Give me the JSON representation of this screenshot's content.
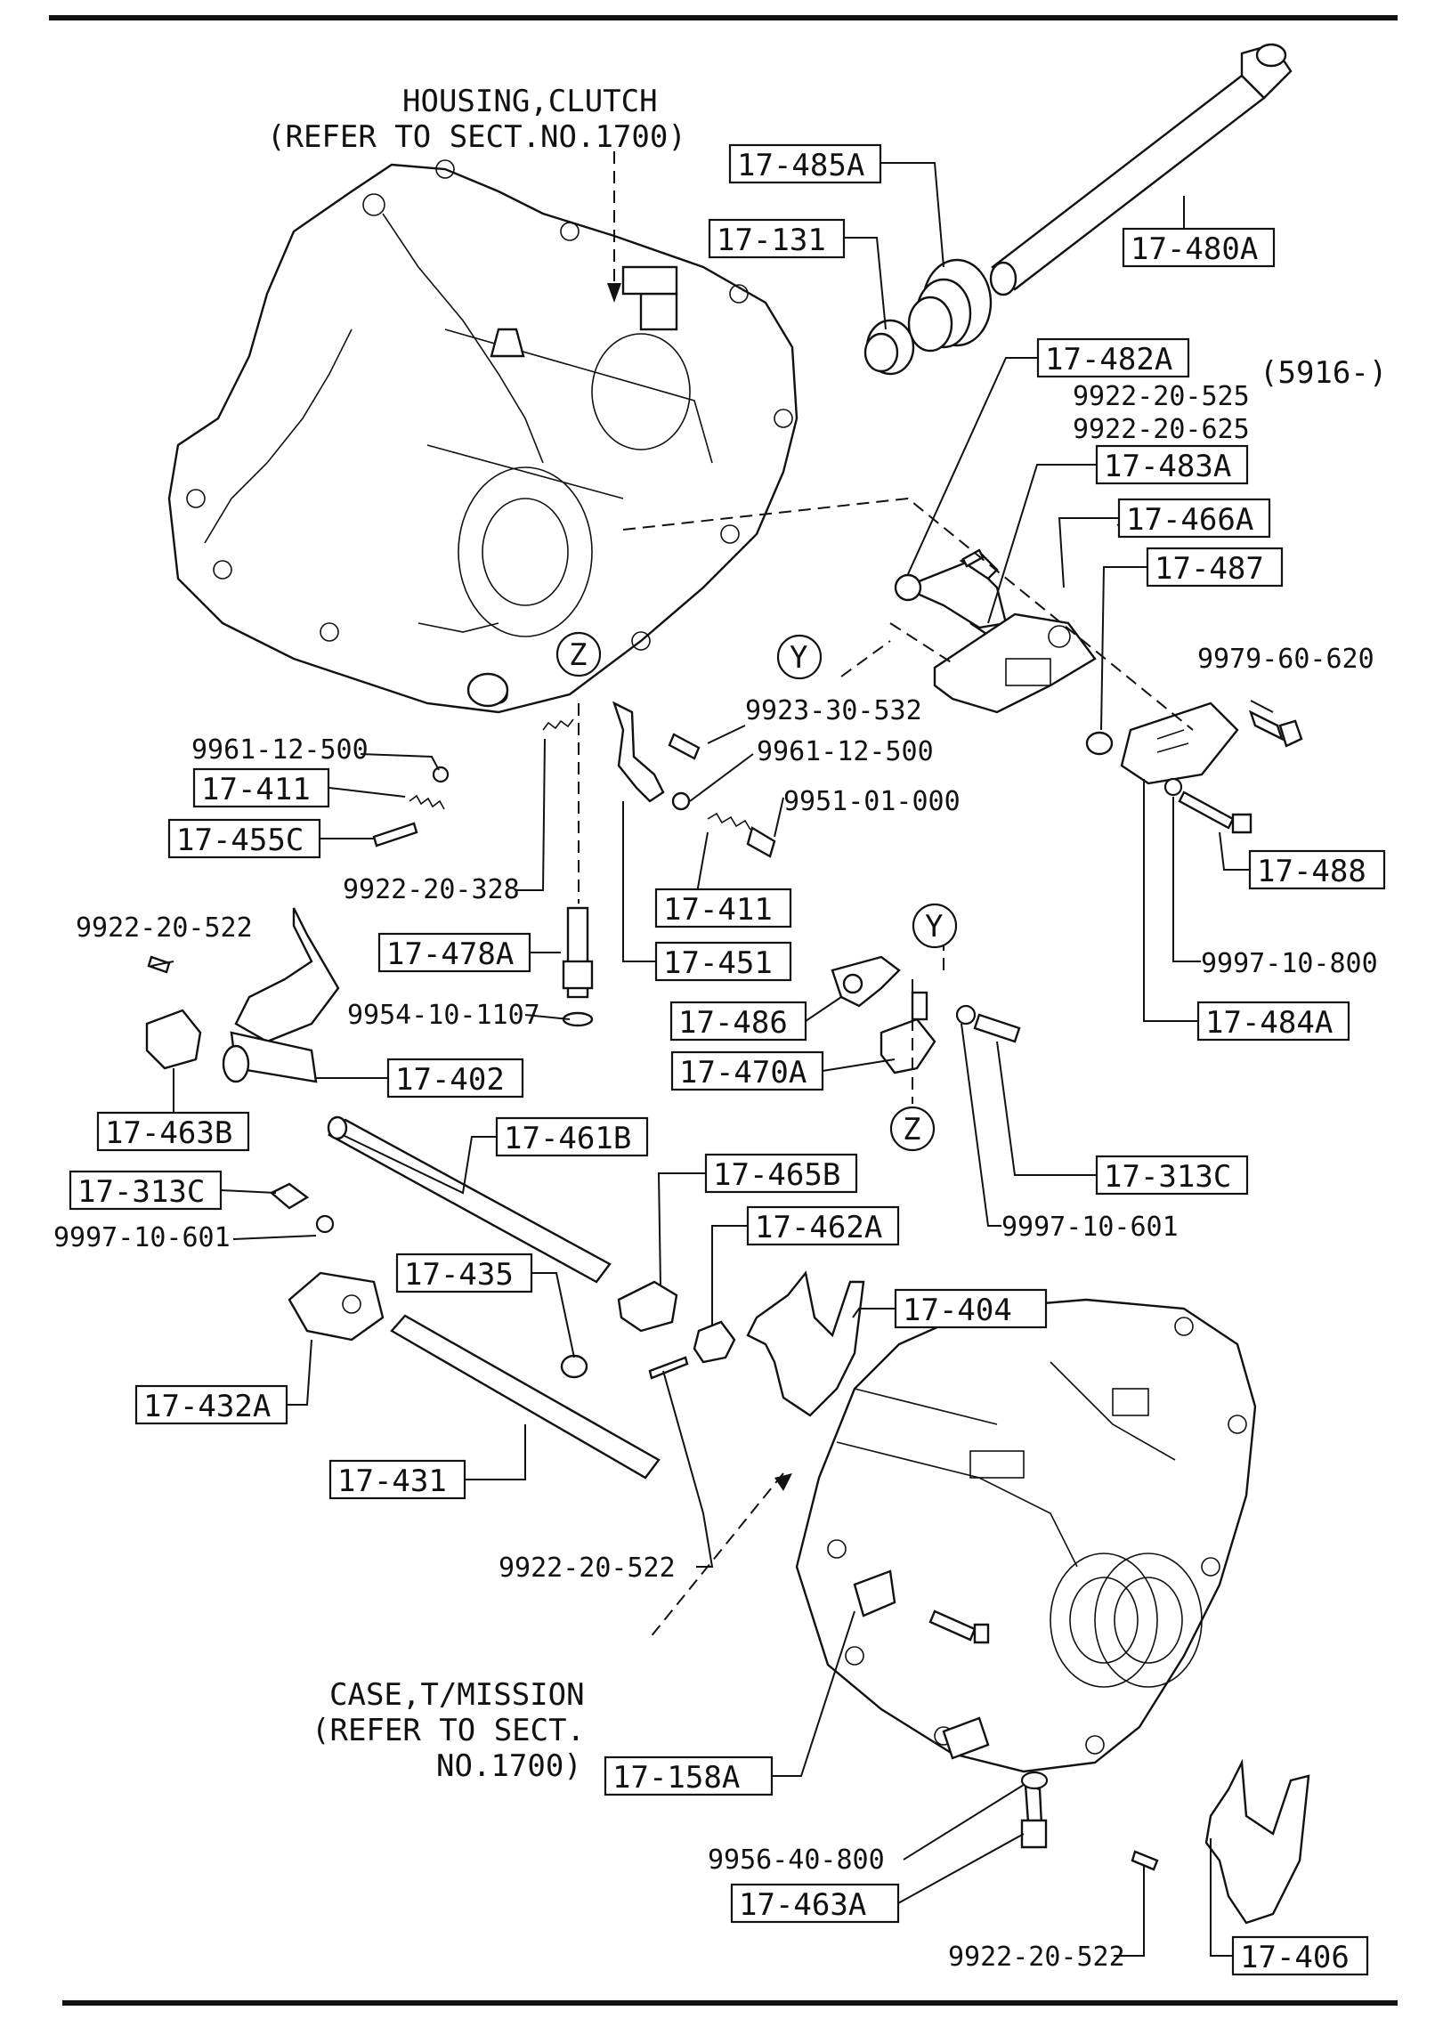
{
  "notes": {
    "housing_clutch": [
      "HOUSING,CLUTCH",
      "(REFER TO SECT.NO.1700)"
    ],
    "case_tmission": [
      "CASE,T/MISSION",
      "(REFER TO SECT.",
      "NO.1700)"
    ],
    "serial_range": "(5916-)"
  },
  "markers": {
    "y1": "Y",
    "y2": "Y",
    "z1": "Z",
    "z2": "Z"
  },
  "boxed_parts": {
    "p485A": "17-485A",
    "p131": "17-131",
    "p480A": "17-480A",
    "p482A": "17-482A",
    "p483A": "17-483A",
    "p466A": "17-466A",
    "p487": "17-487",
    "p411a": "17-411",
    "p455C": "17-455C",
    "p488": "17-488",
    "p411b": "17-411",
    "p478A": "17-478A",
    "p451": "17-451",
    "p486": "17-486",
    "p470A": "17-470A",
    "p484A": "17-484A",
    "p402": "17-402",
    "p463B": "17-463B",
    "p461B": "17-461B",
    "p313Ca": "17-313C",
    "p313Cb": "17-313C",
    "p465B": "17-465B",
    "p462A": "17-462A",
    "p435": "17-435",
    "p404": "17-404",
    "p432A": "17-432A",
    "p431": "17-431",
    "p158A": "17-158A",
    "p463A": "17-463A",
    "p406": "17-406"
  },
  "plain_parts": {
    "n9922_20_525": "9922-20-525",
    "n9922_20_625": "9922-20-625",
    "n9979_60_620": "9979-60-620",
    "n9923_30_532": "9923-30-532",
    "n9961_12_500a": "9961-12-500",
    "n9961_12_500b": "9961-12-500",
    "n9951_01_000": "9951-01-000",
    "n9922_20_328": "9922-20-328",
    "n9922_20_522a": "9922-20-522",
    "n9954_10_1107": "9954-10-1107",
    "n9997_10_800": "9997-10-800",
    "n9997_10_601a": "9997-10-601",
    "n9997_10_601b": "9997-10-601",
    "n9922_20_522b": "9922-20-522",
    "n9956_40_800": "9956-40-800",
    "n9922_20_522c": "9922-20-522"
  }
}
